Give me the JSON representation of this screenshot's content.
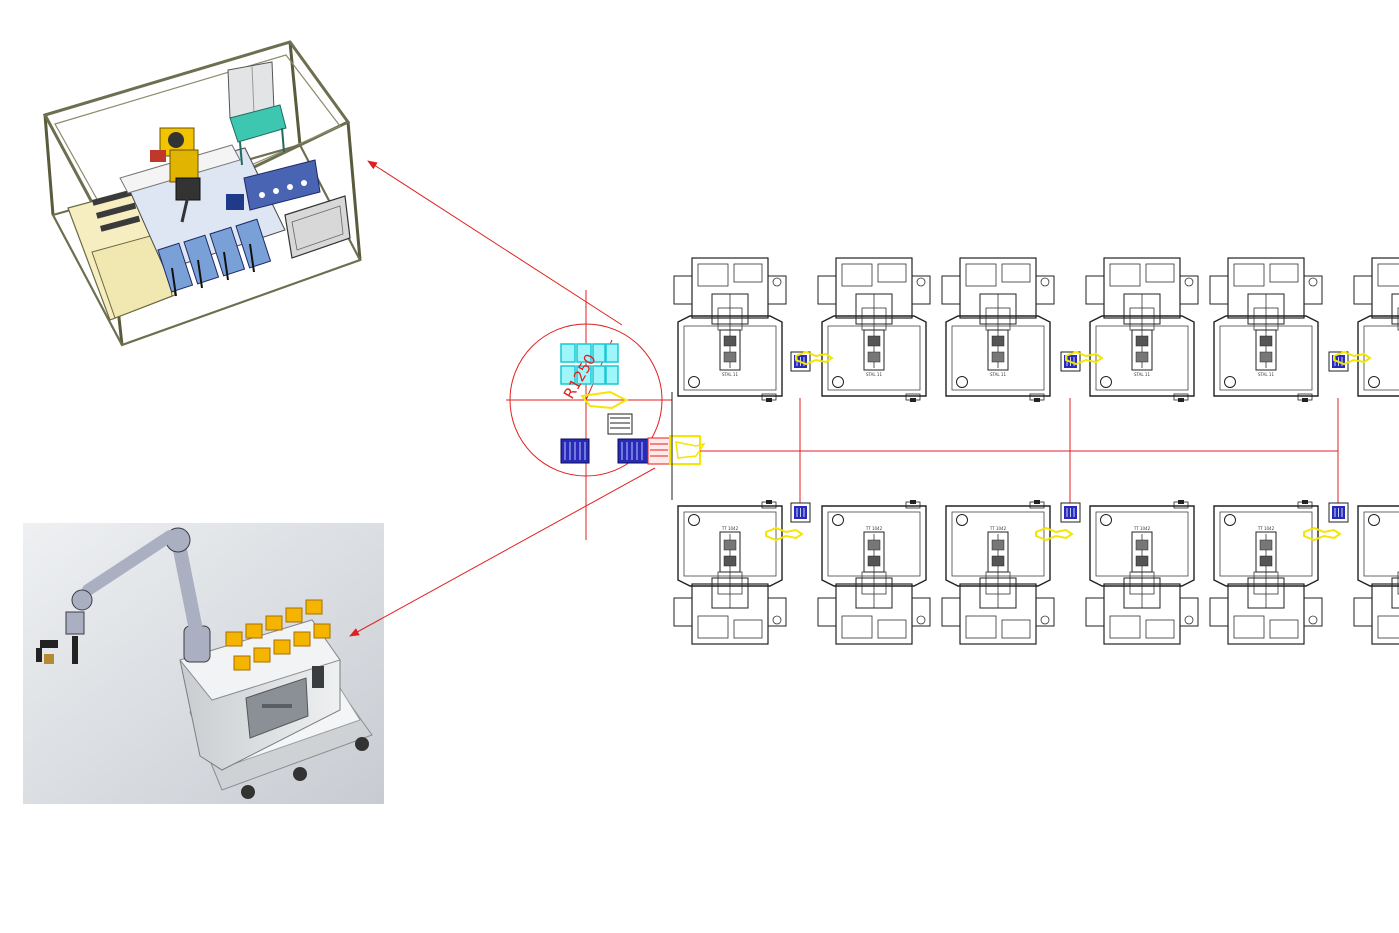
{
  "diagram": {
    "radius_label": "R1250",
    "machines": {
      "count_per_row": 6,
      "top_label": "STAL 11",
      "bottom_label": "TT 1042"
    },
    "colors": {
      "connector": "#e02020",
      "tray": "#1a1aa8",
      "tray_light": "#4a4ad8",
      "cyan_rack": "#18e6ee",
      "yellow_part": "#f3e600",
      "line_dark": "#222222",
      "workcell_deck": "#f6eec0",
      "workcell_panel": "#3ec7b0",
      "amr_body": "#d9dcde",
      "amr_tray": "#f4b400"
    }
  }
}
